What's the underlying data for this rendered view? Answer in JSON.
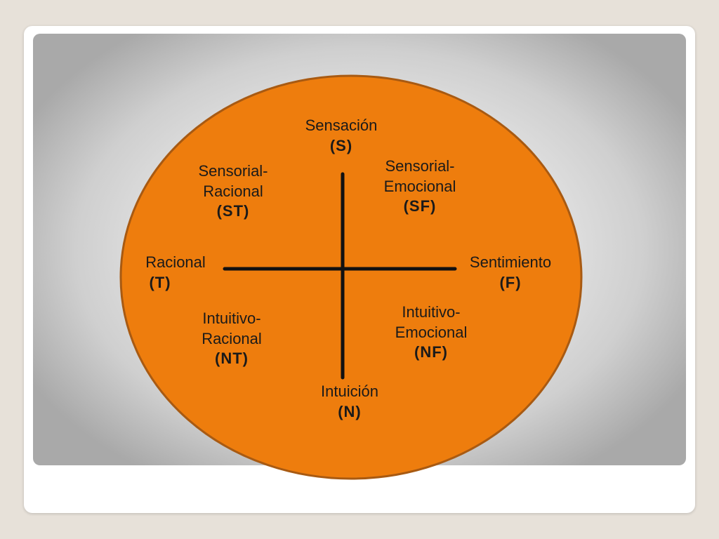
{
  "colors": {
    "circle_fill": "#ee7d0d",
    "circle_stroke": "#a85a12",
    "axis": "#111111"
  },
  "labels": {
    "top": {
      "word": "Sensación",
      "code": "(S)"
    },
    "bottom": {
      "word": "Intuición",
      "code": "(N)"
    },
    "left": {
      "word": "Racional",
      "code": "(T)"
    },
    "right": {
      "word": "Sentimiento",
      "code": "(F)"
    },
    "top_left": {
      "line1": "Sensorial-",
      "line2": "Racional",
      "code": "(ST)"
    },
    "top_right": {
      "line1": "Sensorial-",
      "line2": "Emocional",
      "code": "(SF)"
    },
    "bottom_left": {
      "line1": "Intuitivo-",
      "line2": "Racional",
      "code": "(NT)"
    },
    "bottom_right": {
      "line1": "Intuitivo-",
      "line2": "Emocional",
      "code": "(NF)"
    }
  }
}
